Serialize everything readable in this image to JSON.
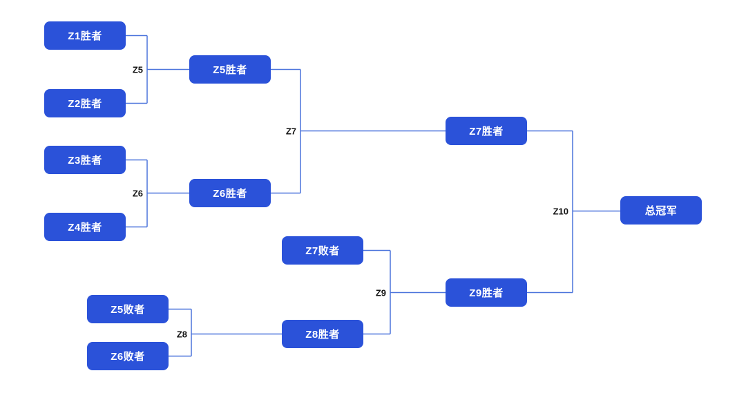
{
  "theme": {
    "canvas_bg": "#ffffff",
    "node_fill": "#2b52d9",
    "node_text": "#ffffff",
    "line_color": "#4b74dc",
    "match_label_color": "#141414"
  },
  "bracket": {
    "nodes": [
      {
        "id": "z1-winner",
        "label": "Z1胜者"
      },
      {
        "id": "z2-winner",
        "label": "Z2胜者"
      },
      {
        "id": "z5-winner",
        "label": "Z5胜者"
      },
      {
        "id": "z3-winner",
        "label": "Z3胜者"
      },
      {
        "id": "z4-winner",
        "label": "Z4胜者"
      },
      {
        "id": "z6-winner",
        "label": "Z6胜者"
      },
      {
        "id": "z7-winner",
        "label": "Z7胜者"
      },
      {
        "id": "z7-loser",
        "label": "Z7败者"
      },
      {
        "id": "z5-loser",
        "label": "Z5败者"
      },
      {
        "id": "z6-loser",
        "label": "Z6败者"
      },
      {
        "id": "z8-winner",
        "label": "Z8胜者"
      },
      {
        "id": "z9-winner",
        "label": "Z9胜者"
      },
      {
        "id": "champion",
        "label": "总冠军"
      }
    ],
    "match_labels": [
      {
        "id": "z5",
        "text": "Z5"
      },
      {
        "id": "z6",
        "text": "Z6"
      },
      {
        "id": "z7",
        "text": "Z7"
      },
      {
        "id": "z8",
        "text": "Z8"
      },
      {
        "id": "z9",
        "text": "Z9"
      },
      {
        "id": "z10",
        "text": "Z10"
      }
    ]
  }
}
